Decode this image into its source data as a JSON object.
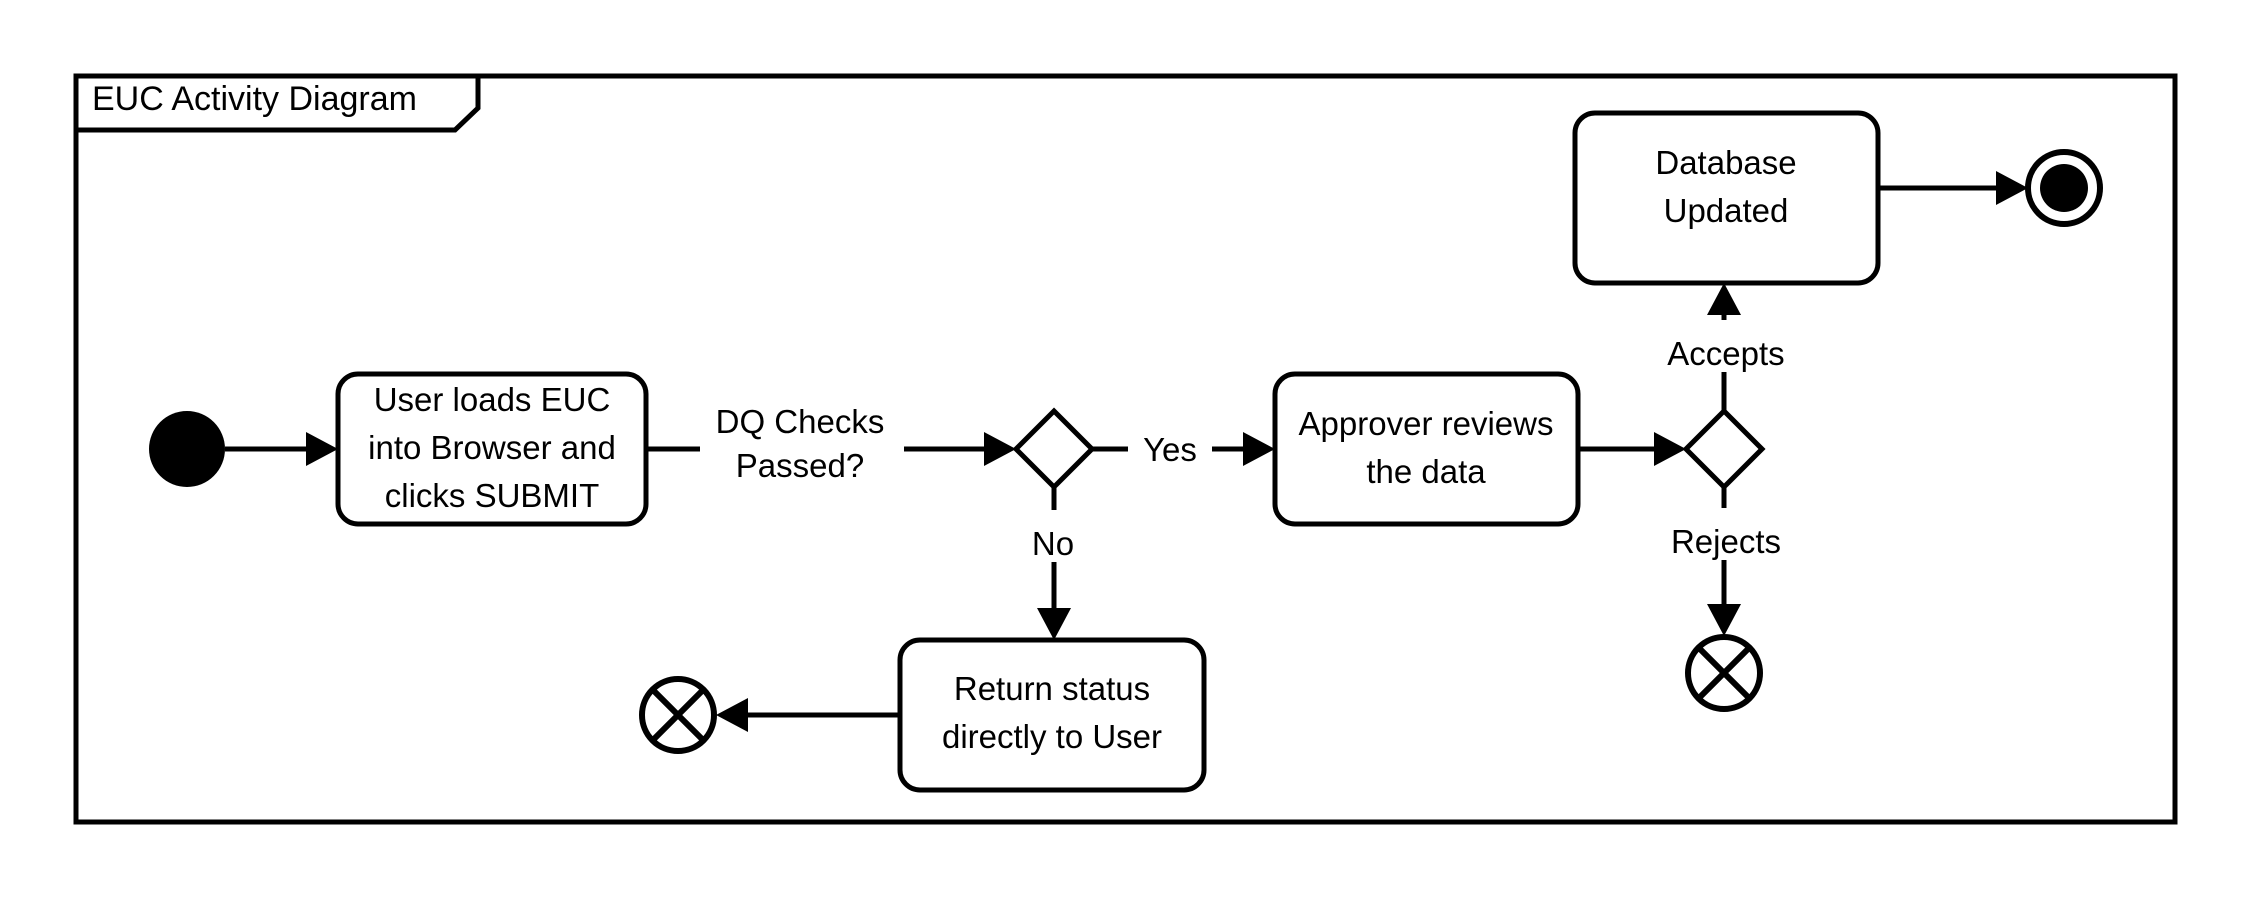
{
  "diagram": {
    "type": "uml-activity-diagram",
    "frame_title": "EUC Activity Diagram",
    "background_color": "#ffffff",
    "line_color": "#000000",
    "node_fill": "#ffffff",
    "nodes": {
      "initial": {
        "kind": "initial-node",
        "label": ""
      },
      "action_submit": {
        "kind": "action",
        "line1": "User loads EUC",
        "line2": "into Browser and",
        "line3": "clicks SUBMIT"
      },
      "decision_dq": {
        "kind": "decision",
        "label": ""
      },
      "action_return_status": {
        "kind": "action",
        "line1": "Return status",
        "line2": "directly to User"
      },
      "flow_final_return": {
        "kind": "flow-final",
        "label": ""
      },
      "action_approver": {
        "kind": "action",
        "line1": "Approver reviews",
        "line2": "the data"
      },
      "decision_approval": {
        "kind": "decision",
        "label": ""
      },
      "action_database": {
        "kind": "action",
        "line1": "Database",
        "line2": "Updated"
      },
      "flow_final_reject": {
        "kind": "flow-final",
        "label": ""
      },
      "final": {
        "kind": "activity-final",
        "label": ""
      }
    },
    "edges": [
      {
        "id": "e1",
        "from": "initial",
        "to": "action_submit",
        "label": ""
      },
      {
        "id": "e2",
        "from": "action_submit",
        "to": "decision_dq",
        "label": "DQ Checks\nPassed?",
        "label_line1": "DQ Checks",
        "label_line2": "Passed?"
      },
      {
        "id": "e3",
        "from": "decision_dq",
        "to": "action_approver",
        "label": "Yes"
      },
      {
        "id": "e4",
        "from": "decision_dq",
        "to": "action_return_status",
        "label": "No"
      },
      {
        "id": "e5",
        "from": "action_return_status",
        "to": "flow_final_return",
        "label": ""
      },
      {
        "id": "e6",
        "from": "action_approver",
        "to": "decision_approval",
        "label": ""
      },
      {
        "id": "e7",
        "from": "decision_approval",
        "to": "action_database",
        "label": "Accepts"
      },
      {
        "id": "e8",
        "from": "decision_approval",
        "to": "flow_final_reject",
        "label": "Rejects"
      },
      {
        "id": "e9",
        "from": "action_database",
        "to": "final",
        "label": ""
      }
    ]
  },
  "labels": {
    "frame_title": "EUC Activity Diagram",
    "action_submit_l1": "User loads EUC",
    "action_submit_l2": "into Browser and",
    "action_submit_l3": "clicks SUBMIT",
    "dq_checks_l1": "DQ Checks",
    "dq_checks_l2": "Passed?",
    "yes": "Yes",
    "no": "No",
    "return_status_l1": "Return status",
    "return_status_l2": "directly to User",
    "approver_l1": "Approver reviews",
    "approver_l2": "the data",
    "accepts": "Accepts",
    "rejects": "Rejects",
    "database_l1": "Database",
    "database_l2": "Updated"
  }
}
